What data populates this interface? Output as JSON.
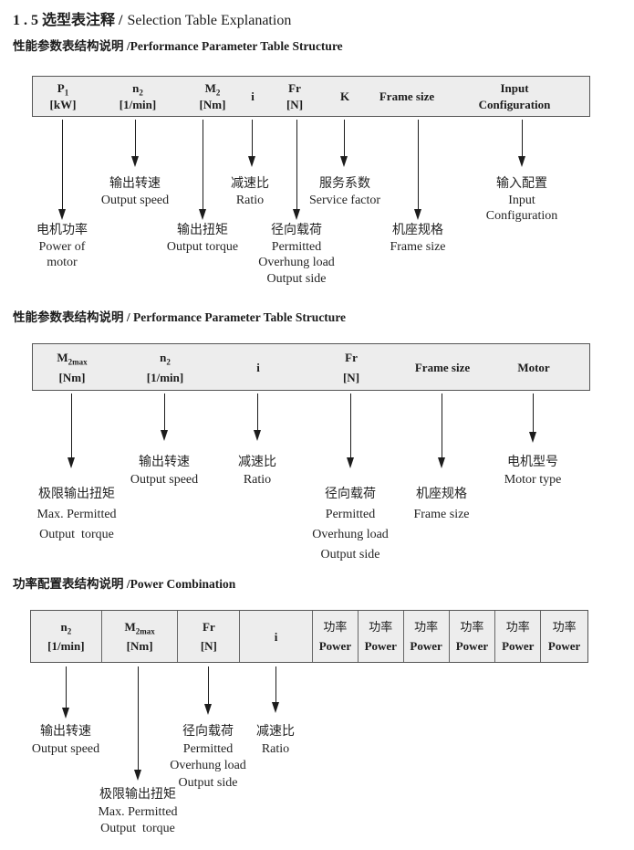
{
  "page_title": {
    "zh": "1 . 5 选型表注释 /",
    "en": "Selection Table Explanation"
  },
  "colors": {
    "table_bg": "#ededed",
    "table_border": "#555555",
    "text": "#1c1c1c"
  },
  "s1": {
    "heading": "性能参数表结构说明 /Performance Parameter Table Structure",
    "table": [
      {
        "main": "P",
        "sub": "1",
        "line2": "[kW]"
      },
      {
        "main": "n",
        "sub": "2",
        "line2": "[1/min]"
      },
      {
        "main": "M",
        "sub": "2",
        "line2": "[Nm]"
      },
      {
        "main": "i"
      },
      {
        "main": "Fr",
        "line2": "[N]"
      },
      {
        "main": "K"
      },
      {
        "main": "Frame size"
      },
      {
        "main": "Input",
        "line2": "Configuration"
      }
    ],
    "callouts": [
      {
        "lines": [
          "输出转速",
          "Output speed"
        ]
      },
      {
        "lines": [
          "减速比",
          "Ratio"
        ]
      },
      {
        "lines": [
          "服务系数",
          "Service factor"
        ]
      },
      {
        "lines": [
          "输入配置",
          "Input",
          "Configuration"
        ]
      },
      {
        "lines": [
          "电机功率",
          "Power of",
          "motor"
        ]
      },
      {
        "lines": [
          "输出扭矩",
          "Output torque"
        ]
      },
      {
        "lines": [
          "径向载荷",
          "Permitted",
          "Overhung load",
          "Output side"
        ]
      },
      {
        "lines": [
          "机座规格",
          "Frame size"
        ]
      }
    ]
  },
  "s2": {
    "heading": "性能参数表结构说明 / Performance Parameter Table Structure",
    "table": [
      {
        "main": "M",
        "sub": "2max",
        "line2": "[Nm]"
      },
      {
        "main": "n",
        "sub": "2",
        "line2": "[1/min]"
      },
      {
        "main": "i"
      },
      {
        "main": "Fr",
        "line2": "[N]"
      },
      {
        "main": "Frame size"
      },
      {
        "main": "Motor"
      }
    ],
    "callouts": [
      {
        "lines": [
          "输出转速",
          "Output speed"
        ]
      },
      {
        "lines": [
          "减速比",
          "Ratio"
        ]
      },
      {
        "lines": [
          "电机型号",
          "Motor type"
        ]
      },
      {
        "lines": [
          "极限输出扭矩",
          "Max. Permitted",
          "Output  torque"
        ]
      },
      {
        "lines": [
          "径向载荷",
          "Permitted",
          "Overhung load",
          "Output side"
        ]
      },
      {
        "lines": [
          "机座规格",
          "Frame size"
        ]
      }
    ]
  },
  "s3": {
    "heading": "功率配置表结构说明 /Power Combination",
    "table": [
      {
        "main": "n",
        "sub": "2",
        "line2": "[1/min]"
      },
      {
        "main": "M",
        "sub": "2max",
        "line2": "[Nm]"
      },
      {
        "main": "Fr",
        "line2": "[N]"
      },
      {
        "main": "i"
      },
      {
        "main": "功率",
        "line2": "Power"
      },
      {
        "main": "功率",
        "line2": "Power"
      },
      {
        "main": "功率",
        "line2": "Power"
      },
      {
        "main": "功率",
        "line2": "Power"
      },
      {
        "main": "功率",
        "line2": "Power"
      },
      {
        "main": "功率",
        "line2": "Power"
      }
    ],
    "callouts": [
      {
        "lines": [
          "输出转速",
          "Output speed"
        ]
      },
      {
        "lines": [
          "极限输出扭矩",
          "Max. Permitted",
          "Output  torque"
        ]
      },
      {
        "lines": [
          "径向载荷",
          "Permitted",
          "Overhung load",
          "Output side"
        ]
      },
      {
        "lines": [
          "减速比",
          "Ratio"
        ]
      }
    ]
  }
}
